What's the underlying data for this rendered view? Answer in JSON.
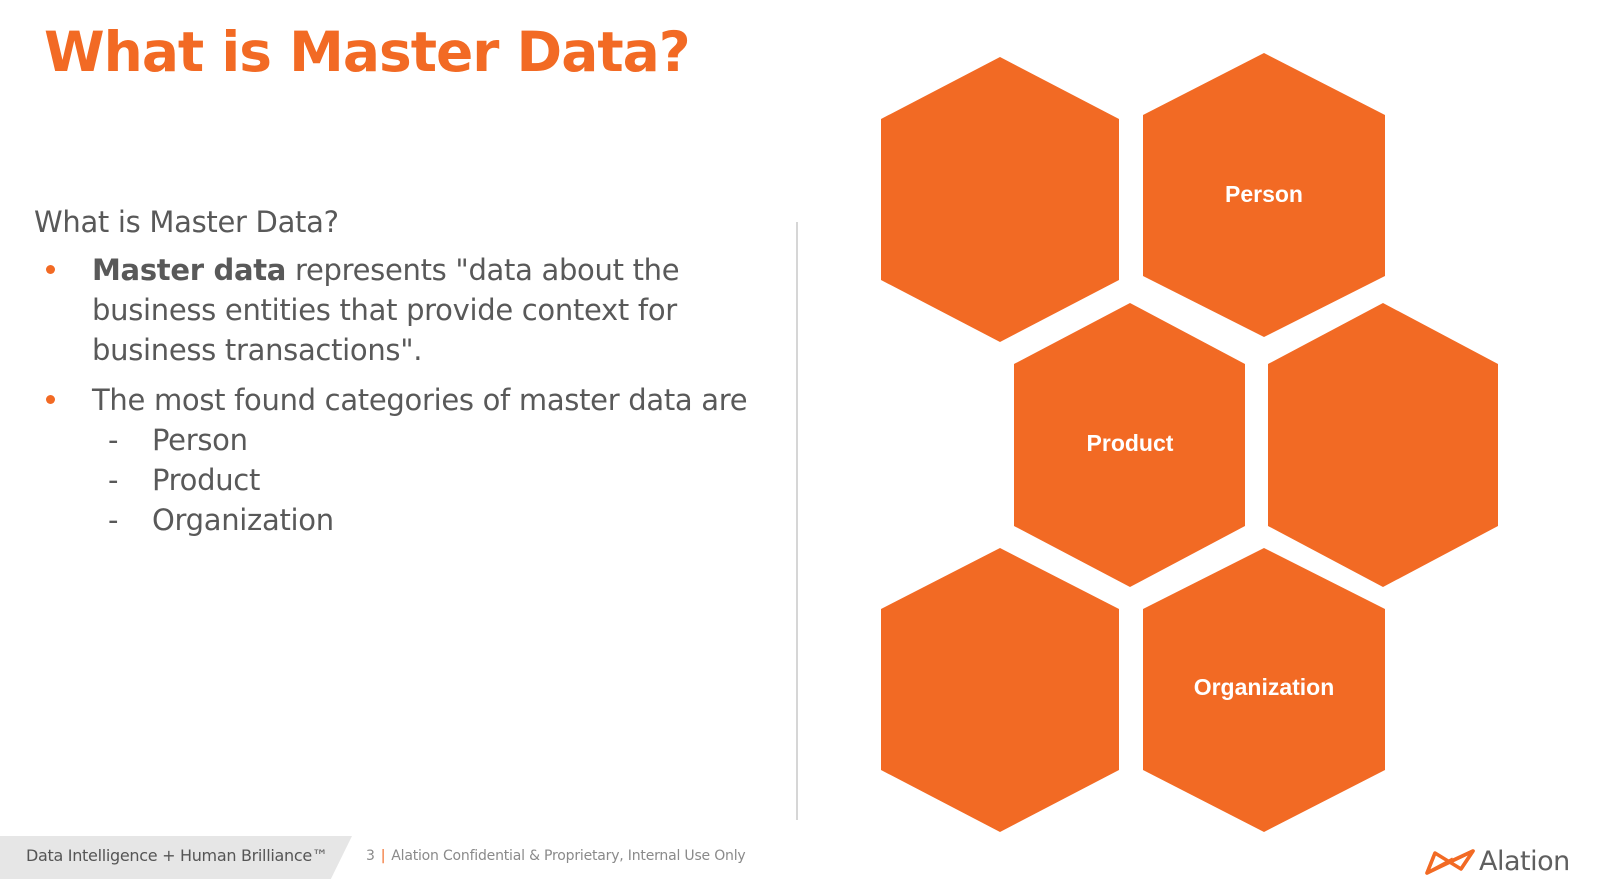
{
  "slide": {
    "title": "What is Master Data?",
    "subheading": "What is Master Data?",
    "bullets": [
      {
        "bold": "Master data",
        "text": " represents \"data about the business entities that provide context for business transactions\"."
      },
      {
        "text": "The most found categories of master data are",
        "sub_items": [
          "Person",
          "Product",
          "Organization"
        ]
      }
    ],
    "hexagons": [
      {
        "label": ""
      },
      {
        "label": "Person"
      },
      {
        "label": "Product"
      },
      {
        "label": ""
      },
      {
        "label": ""
      },
      {
        "label": "Organization"
      }
    ]
  },
  "footer": {
    "tagline": "Data Intelligence + Human Brilliance™",
    "page_number": "3",
    "separator": "|",
    "confidential": "Alation Confidential & Proprietary, Internal Use Only",
    "logo_text": "Alation"
  },
  "colors": {
    "accent": "#f26a24",
    "text": "#595959",
    "footer_band": "#e6e6e6"
  }
}
